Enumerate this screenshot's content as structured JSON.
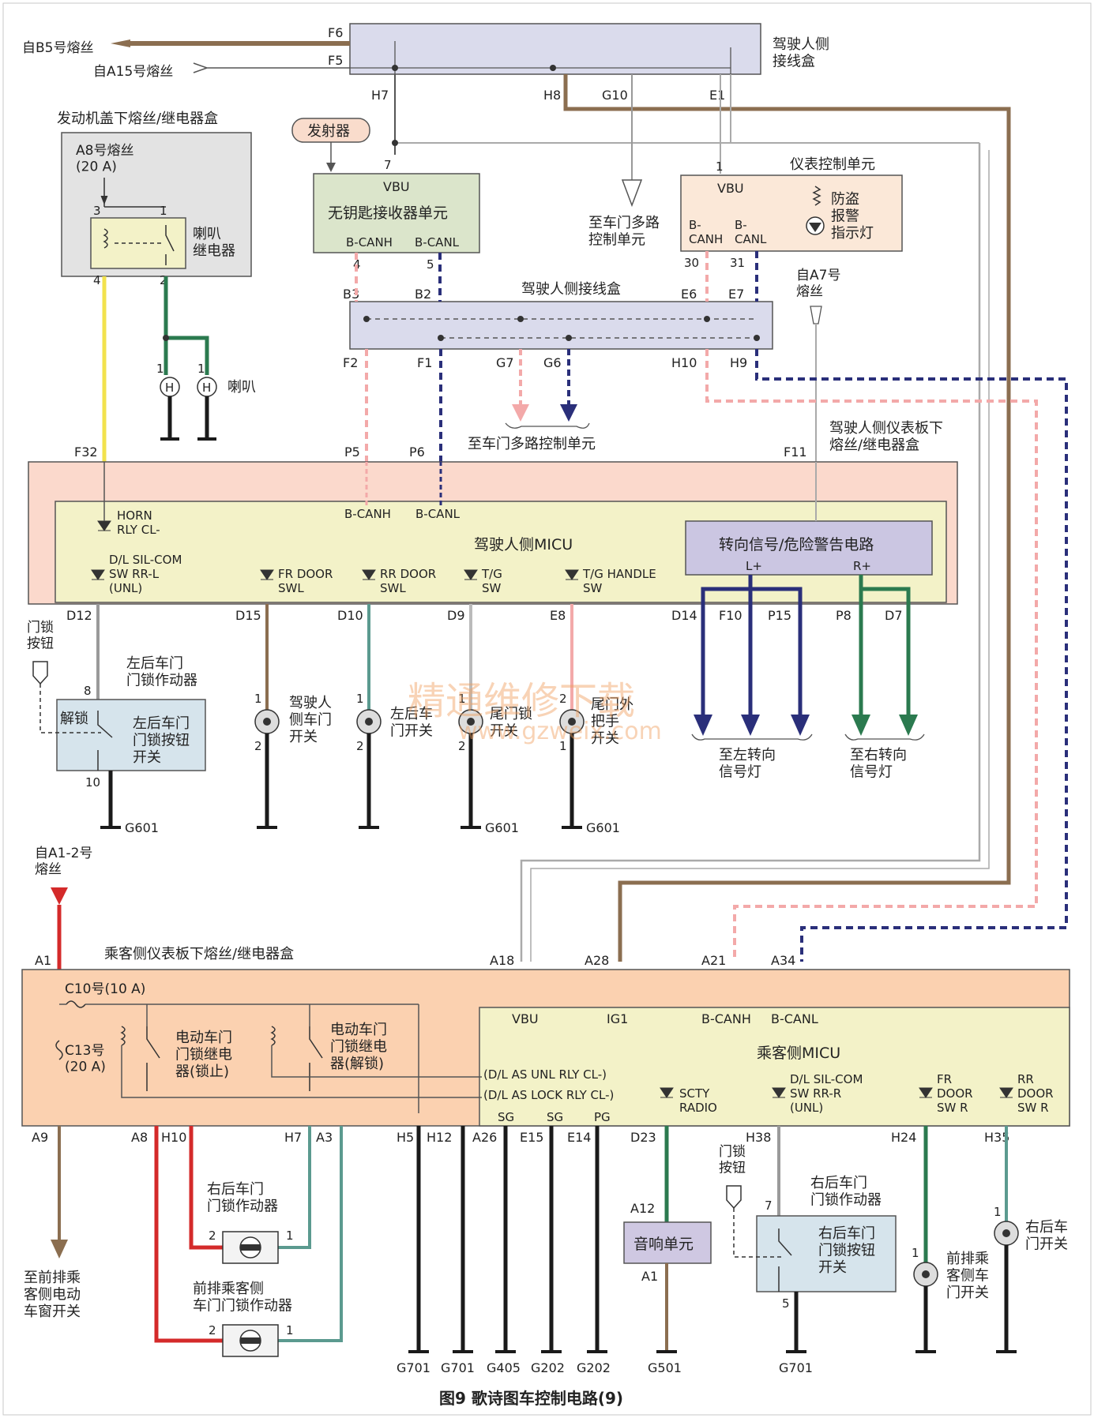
{
  "title": "图9 歌诗图车控制电路(9)",
  "watermark": {
    "line1": "精通维修下载",
    "line2": "www.gzweix.com"
  },
  "colors": {
    "background": "#ffffff",
    "module_micu": "#fbd9cc",
    "module_micu_inner": "#f3f2c8",
    "module_passenger": "#fbd1b0",
    "junction_box": "#dadbec",
    "receiver": "#dbe5cb",
    "meter": "#fbe8d8",
    "turn_circuit": "#cbc6e2",
    "audio": "#cfc8e2",
    "wire_black": "#1a1a1a",
    "wire_brown": "#8b6e50",
    "wire_yellow": "#f2e24d",
    "wire_green": "#2b7a4f",
    "wire_teal": "#5b9a8f",
    "wire_gray": "#9a9a9a",
    "wire_pink": "#f3a9a9",
    "wire_red": "#d42a2a",
    "wire_navy": "#2a2f7a",
    "can_high": "#f3a9a9",
    "can_low": "#2a2f7a"
  },
  "sources": {
    "b5_fuse": "自B5号熔丝",
    "a15_fuse": "自A15号熔丝",
    "a7_fuse": "自A7号\n熔丝",
    "a1_2_fuse": "自A1-2号\n熔丝",
    "transmitter": "发射器"
  },
  "driver_jbox_top": {
    "label": "驾驶人侧\n接线盒",
    "pins": [
      "F6",
      "F5",
      "H7",
      "H8",
      "G10",
      "E1"
    ]
  },
  "engine_fuse_box": {
    "title": "发动机盖下熔丝/继电器盒",
    "fuse": "A8号熔丝\n(20 A)",
    "relay_label": "喇叭\n继电器",
    "pins": [
      "3",
      "1",
      "4",
      "2"
    ]
  },
  "horns": {
    "label": "喇叭",
    "pin_left": "1",
    "pin_right": "1",
    "symbol": "H"
  },
  "keyless_receiver": {
    "pin_top": "7",
    "vbu": "VBU",
    "label": "无钥匙接收器单元",
    "canh": "B-CANH",
    "canl": "B-CANL",
    "pin_h": "4",
    "pin_l": "5"
  },
  "door_multiplex_text": "至车门多路\n控制单元",
  "meter_unit": {
    "title": "仪表控制单元",
    "pin_top": "1",
    "vbu": "VBU",
    "canh": "B-\nCANH",
    "canl": "B-\nCANL",
    "pin_h": "30",
    "pin_l": "31",
    "indicator": "防盗\n报警\n指示灯"
  },
  "driver_jbox_mid": {
    "label": "驾驶人侧接线盒",
    "pins_top": [
      "B3",
      "B2",
      "E6",
      "E7"
    ],
    "pins_bottom": [
      "F2",
      "F1",
      "G7",
      "G6",
      "H10",
      "H9"
    ],
    "to_door": "至车门多路控制单元"
  },
  "driver_dash_box": "驾驶人侧仪表板下\n熔丝/继电器盒",
  "driver_micu": {
    "title": "驾驶人侧MICU",
    "top_pins": [
      "F32",
      "P5",
      "P6",
      "F11"
    ],
    "horn": "HORN\nRLY CL-",
    "canh": "B-CANH",
    "canl": "B-CANL",
    "turn_circuit": "转向信号/危险警告电路",
    "l_plus": "L+",
    "r_plus": "R+",
    "inputs": [
      {
        "label": "D/L SIL-COM\nSW RR-L\n(UNL)",
        "pin": "D12"
      },
      {
        "label": "FR DOOR\nSWL",
        "pin": "D15"
      },
      {
        "label": "RR DOOR\nSWL",
        "pin": "D10"
      },
      {
        "label": "T/G\nSW",
        "pin": "D9"
      },
      {
        "label": "T/G HANDLE\nSW",
        "pin": "E8"
      }
    ],
    "outputs": [
      "D14",
      "F10",
      "P15",
      "P8",
      "D7"
    ]
  },
  "left_rear": {
    "lock_button": "门锁\n按钮",
    "actuator": "左后车门\n门锁作动器",
    "unlock": "解锁",
    "switch": "左后车门\n门锁按钮\n开关",
    "pin_top": "8",
    "pin_bottom": "10"
  },
  "door_switches": [
    {
      "label": "驾驶人\n侧车门\n开关",
      "pin_top": "1",
      "pin_bottom": "2"
    },
    {
      "label": "左后车\n门开关",
      "pin_top": "1",
      "pin_bottom": "2"
    },
    {
      "label": "尾门锁\n开关",
      "pin_top": "1",
      "pin_bottom": "2"
    },
    {
      "label": "尾门外\n把手\n开关",
      "pin_top": "2",
      "pin_bottom": "1"
    }
  ],
  "turn_lamps": {
    "left": "至左转向\n信号灯",
    "right": "至右转向\n信号灯"
  },
  "grounds": {
    "g601_a": "G601",
    "g601_b": "G601",
    "g601_c": "G601",
    "bottom": [
      "G701",
      "G701",
      "G405",
      "G202",
      "G202",
      "G501",
      "G701"
    ]
  },
  "passenger_box": {
    "title": "乘客侧仪表板下熔丝/继电器盒",
    "fuse_c10": "C10号(10 A)",
    "fuse_c13": "C13号\n(20 A)",
    "relay_lock": "电动车门\n门锁继电\n器(锁止)",
    "relay_unlock": "电动车门\n门锁继电\n器(解锁)",
    "pin_a1": "A1",
    "top_pins": [
      "A18",
      "A28",
      "A21",
      "A34"
    ],
    "bottom_pins": [
      "A9",
      "A8",
      "H10",
      "H7",
      "A3",
      "H5",
      "H12",
      "A26",
      "E15",
      "E14",
      "D23",
      "H38",
      "H24",
      "H35"
    ]
  },
  "passenger_micu": {
    "title": "乘客侧MICU",
    "vbu": "VBU",
    "ig1": "IG1",
    "canh": "B-CANH",
    "canl": "B-CANL",
    "unl_relay": "(D/L AS UNL RLY CL-)",
    "lock_relay": "(D/L AS LOCK RLY CL-)",
    "sg1": "SG",
    "sg2": "SG",
    "pg": "PG",
    "scty": "SCTY\nRADIO",
    "dl_sil": "D/L SIL-COM\nSW RR-R\n(UNL)",
    "fr_door": "FR\nDOOR\nSW R",
    "rr_door": "RR\nDOOR\nSW R"
  },
  "window_switch": "至前排乘\n客侧电动\n车窗开关",
  "right_rear_actuator": {
    "label": "右后车门\n门锁作动器",
    "pin_left": "2",
    "pin_right": "1"
  },
  "front_pass_actuator": {
    "label": "前排乘客侧\n车门门锁作动器",
    "pin_left": "2",
    "pin_right": "1"
  },
  "audio_unit": {
    "label": "音响单元",
    "pin_top": "A12",
    "pin_bottom": "A1"
  },
  "right_rear_lock": {
    "lock_button": "门锁\n按钮",
    "actuator": "右后车门\n门锁作动器",
    "switch": "右后车门\n门锁按钮\n开关",
    "pin_top": "7",
    "pin_bottom": "5"
  },
  "front_pass_door_switch": {
    "label": "前排乘\n客侧车\n门开关",
    "pin": "1"
  },
  "right_rear_door_switch": {
    "label": "右后车\n门开关",
    "pin": "1"
  }
}
